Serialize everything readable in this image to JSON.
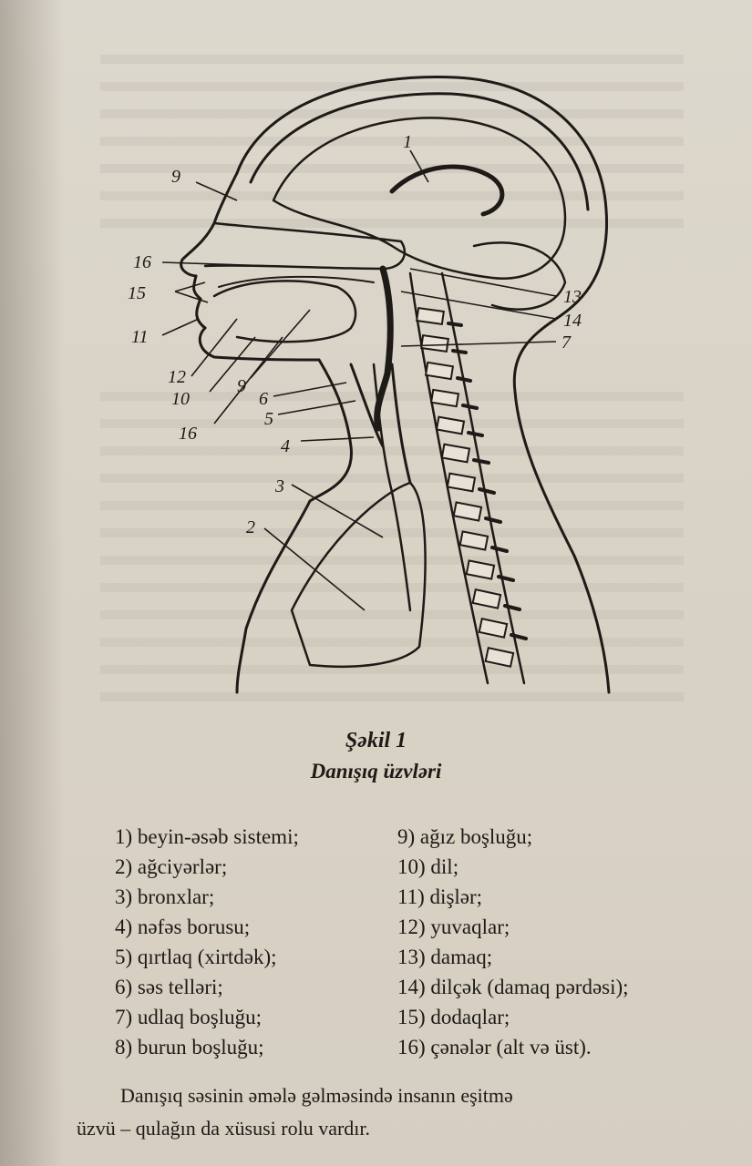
{
  "figure": {
    "caption_number": "Şəkil 1",
    "caption_title": "Danışıq üzvləri",
    "labels": {
      "l1": "1",
      "l2": "2",
      "l3": "3",
      "l4": "4",
      "l5": "5",
      "l6": "6",
      "l7": "7",
      "l9a": "9",
      "l9b": "9",
      "l10": "10",
      "l11": "11",
      "l12": "12",
      "l13": "13",
      "l14": "14",
      "l15": "15",
      "l16a": "16",
      "l16b": "16"
    }
  },
  "legend": {
    "left": [
      "1) beyin-əsəb sistemi;",
      "2) ağciyərlər;",
      "3) bronxlar;",
      "4) nəfəs borusu;",
      "5) qırtlaq (xirtdək);",
      "6) səs telləri;",
      "7) udlaq boşluğu;",
      "8) burun boşluğu;"
    ],
    "right": [
      "9) ağız boşluğu;",
      "10) dil;",
      "11) dişlər;",
      "12) yuvaqlar;",
      "13) damaq;",
      "14) dilçək (damaq pərdəsi);",
      "15) dodaqlar;",
      "16) çənələr (alt və üst)."
    ]
  },
  "paragraph": {
    "line1": "Danışıq səsinin əmələ gəlməsində insanın eşitmə",
    "line2": "üzvü – qulağın da xüsusi rolu vardır."
  }
}
